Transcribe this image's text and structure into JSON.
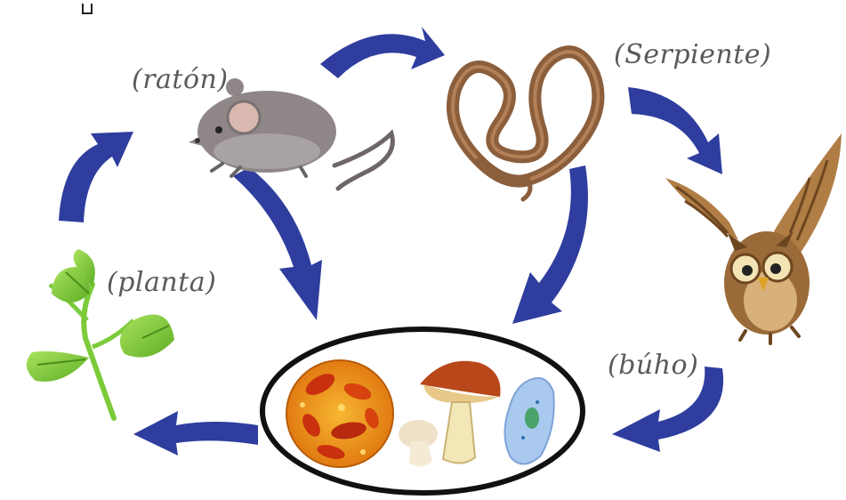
{
  "labels": {
    "raton": "(ratón)",
    "serpiente": "(Serpiente)",
    "planta": "(planta)",
    "buho": "(búho)"
  },
  "colors": {
    "arrow": "#2e3d9e",
    "arrow_shade": "#1e2a7a",
    "ellipse_border": "#111111",
    "plant": "#7ccb3a",
    "mouse": "#8a8080",
    "snake": "#8b5e3c",
    "owl": "#9a6a38"
  },
  "icons": {
    "mouse": "mouse-icon",
    "snake": "snake-icon",
    "owl": "owl-icon",
    "plant": "plant-leaves-icon",
    "decomposers": [
      "bacteria-icon",
      "mushroom-icon",
      "protozoa-icon"
    ]
  }
}
